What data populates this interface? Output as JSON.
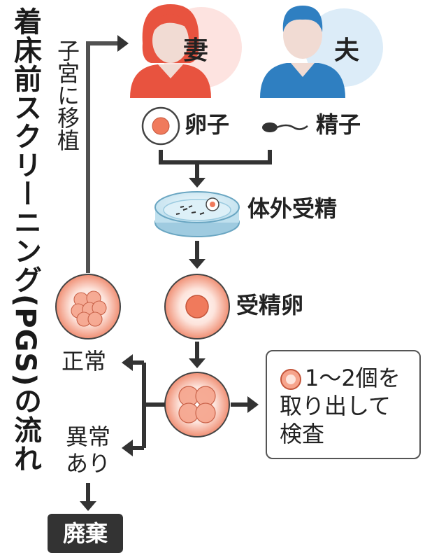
{
  "title": "着床前スクリーニング(PGS)の流れ",
  "labels": {
    "wife": "妻",
    "husband": "夫",
    "egg": "卵子",
    "sperm": "精子",
    "ivf": "体外受精",
    "fertilized_egg": "受精卵",
    "normal": "正常",
    "abnormal_line1": "異常",
    "abnormal_line2": "あり",
    "discard": "廃棄",
    "transfer": "子宮に移植"
  },
  "inspection_box": {
    "line1": "1〜2個を",
    "line2": "取り出して",
    "line3": "検査"
  },
  "colors": {
    "wife": "#e8533f",
    "husband": "#2f7fc1",
    "skin": "#f1dbd3",
    "cell": "#f07a5c",
    "arrow": "#333333"
  }
}
